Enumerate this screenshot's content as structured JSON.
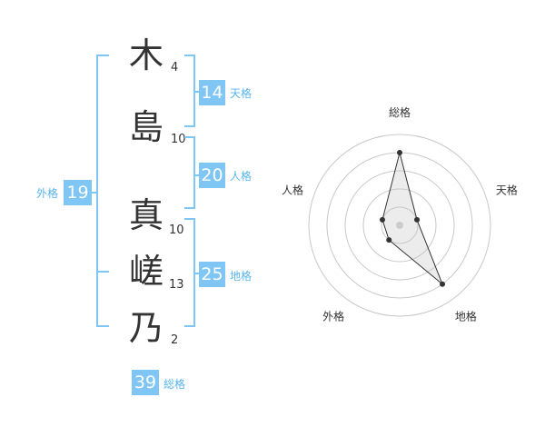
{
  "characters": [
    {
      "char": "木",
      "strokes": "4"
    },
    {
      "char": "島",
      "strokes": "10"
    },
    {
      "char": "真",
      "strokes": "10"
    },
    {
      "char": "嵯",
      "strokes": "13"
    },
    {
      "char": "乃",
      "strokes": "2"
    }
  ],
  "fortunes": {
    "tenkaku": {
      "value": "14",
      "label": "天格"
    },
    "jinkaku": {
      "value": "20",
      "label": "人格"
    },
    "chikaku": {
      "value": "25",
      "label": "地格"
    },
    "gaikaku": {
      "value": "19",
      "label": "外格"
    },
    "soukaku": {
      "value": "39",
      "label": "総格"
    }
  },
  "colors": {
    "accent": "#7fc6f5",
    "accent_text": "#59b4ee",
    "text": "#333333"
  },
  "chart_data": {
    "type": "radar",
    "axes": [
      "総格",
      "天格",
      "地格",
      "外格",
      "人格"
    ],
    "values": [
      4,
      1,
      4,
      1,
      1
    ],
    "max": 4,
    "rings": 4
  }
}
